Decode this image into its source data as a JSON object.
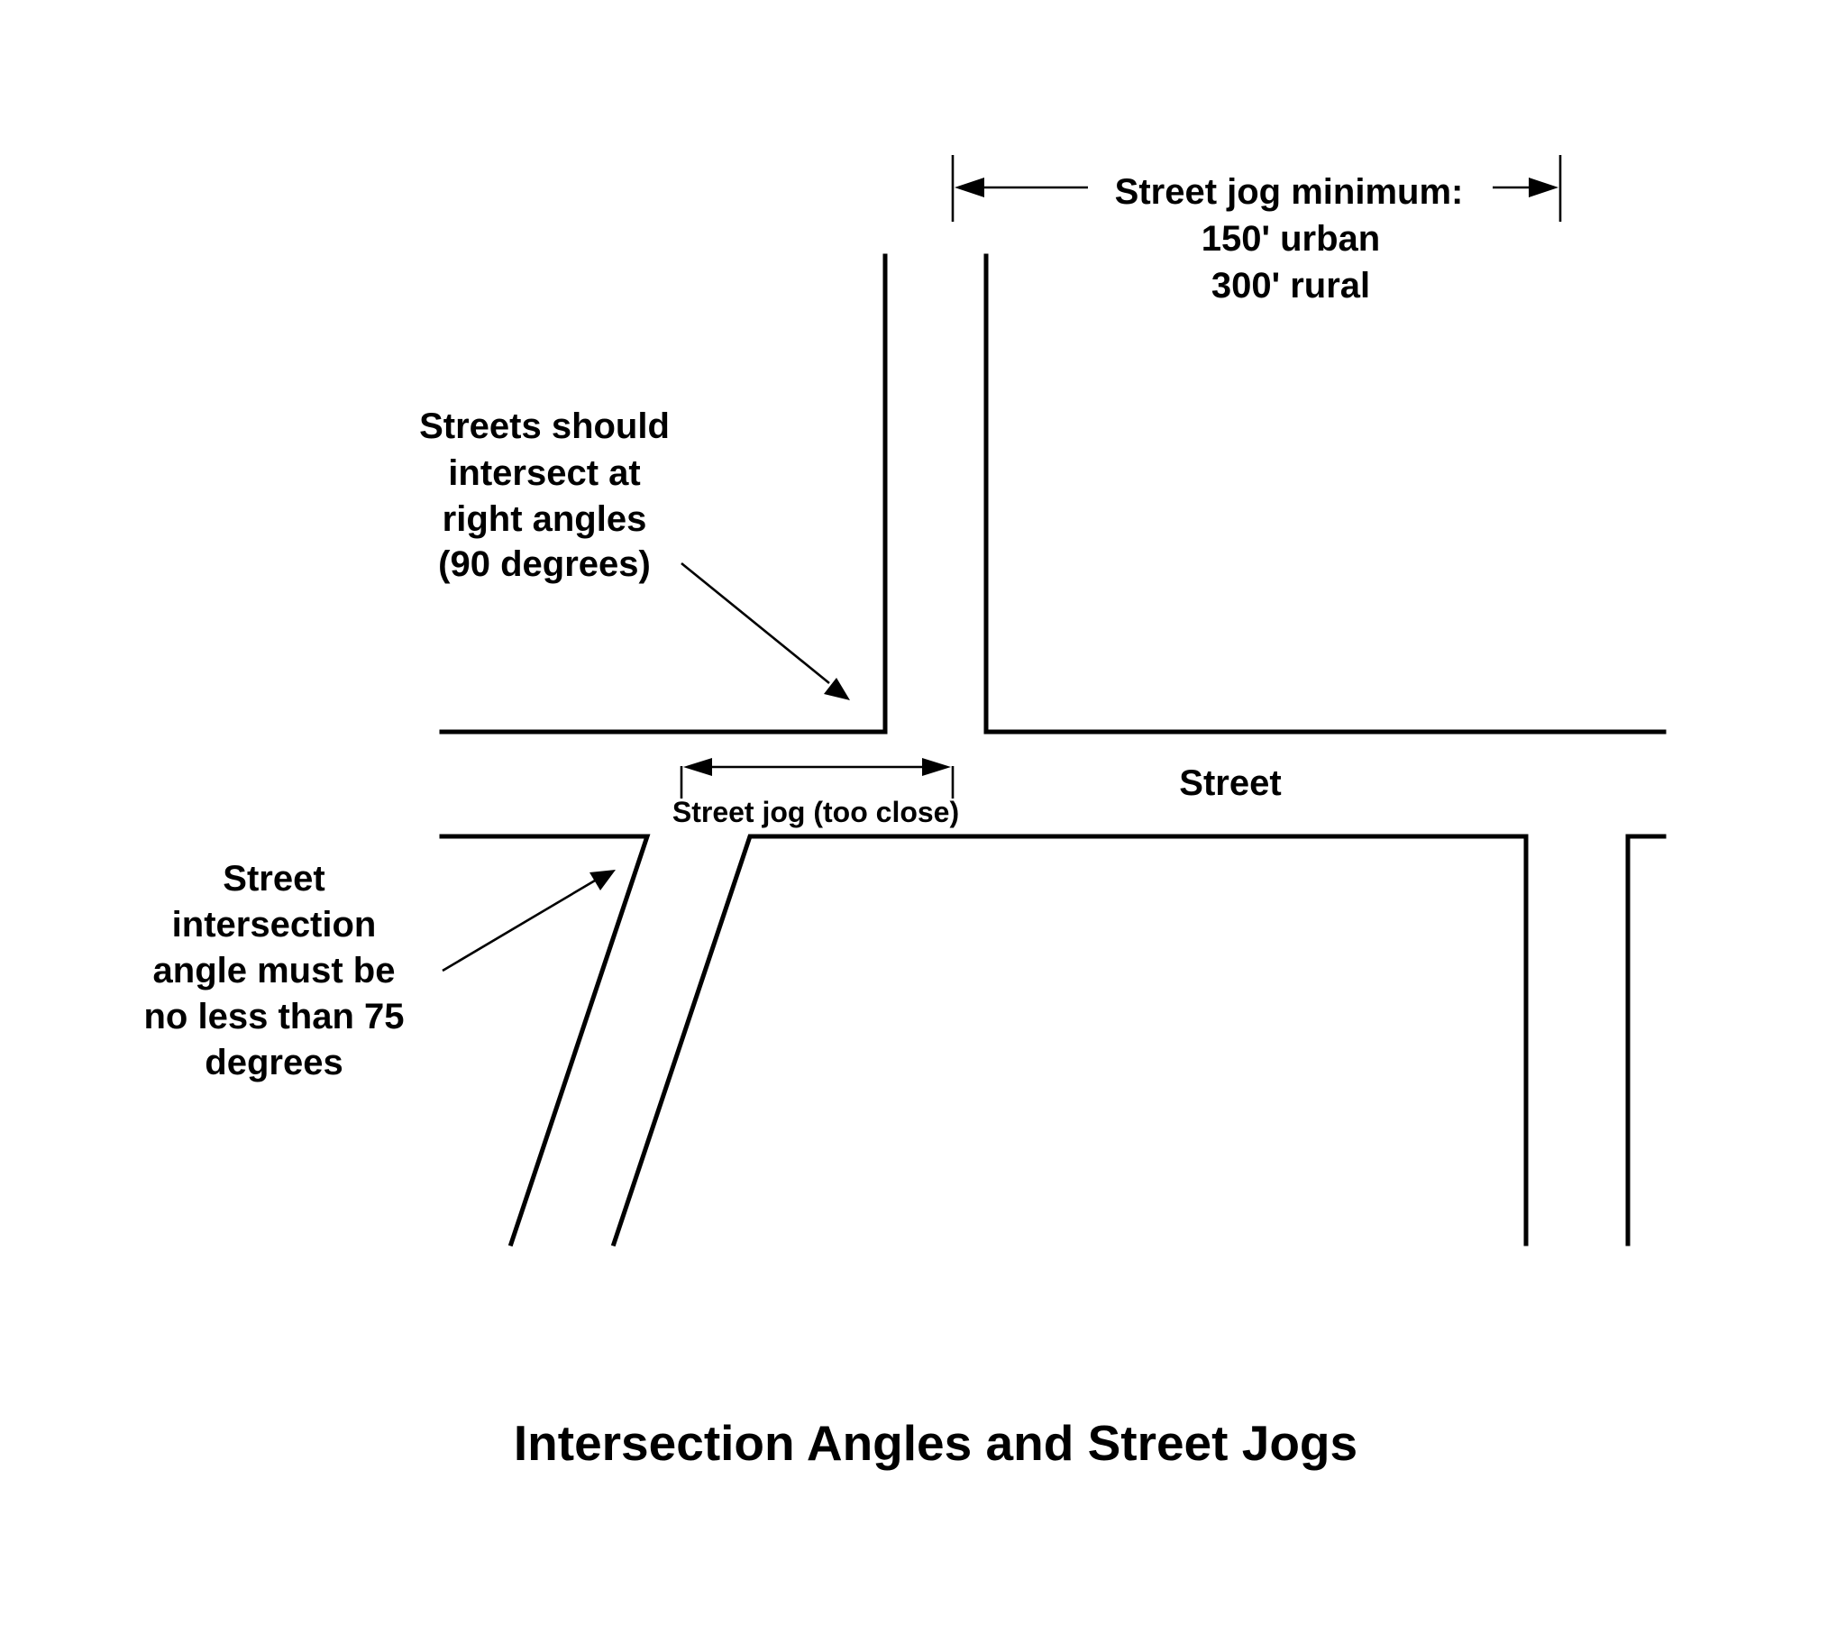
{
  "diagram": {
    "title": "Intersection Angles and Street Jogs",
    "jog_minimum_label": {
      "line1": "Street jog minimum:",
      "line2": "150' urban",
      "line3": "300' rural"
    },
    "right_angle_note": {
      "line1": "Streets should",
      "line2": "intersect at",
      "line3": "right angles",
      "line4": "(90 degrees)"
    },
    "angle_note": {
      "line1": "Street",
      "line2": "intersection",
      "line3": "angle must be",
      "line4": "no less than 75",
      "line5": "degrees"
    },
    "street_label": "Street",
    "jog_too_close_label": "Street jog (too close)"
  }
}
